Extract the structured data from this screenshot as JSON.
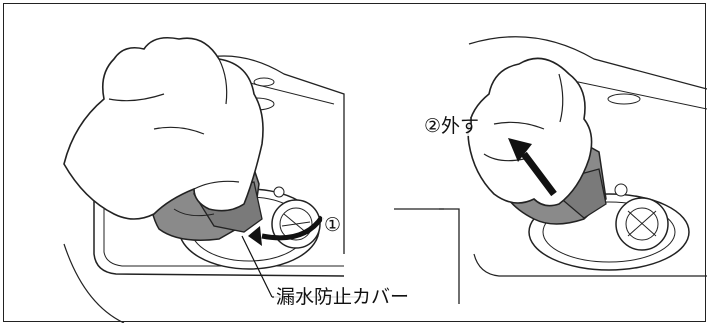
{
  "labels": {
    "step1": "①",
    "step2": "②外す",
    "cover": "漏水防止カバー"
  }
}
